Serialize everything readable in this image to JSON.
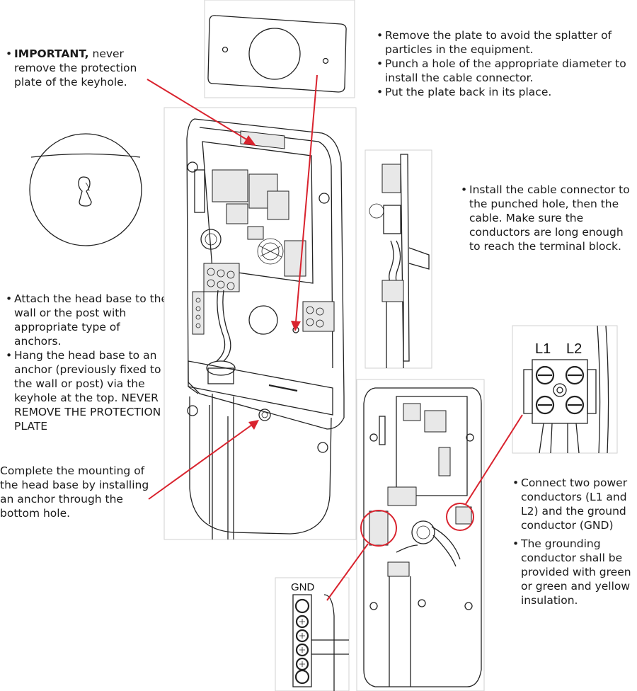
{
  "left_block_1": {
    "bold": "IMPORTANT,",
    "rest": " never remove the protection plate of the keyhole."
  },
  "top_right_bullets": [
    "Remove the plate to avoid the splatter of particles in the equipment.",
    "Punch a hole of the appropriate diameter to install the cable connector.",
    "Put the plate back in its place."
  ],
  "right_bullet": "Install the cable connector to the punched hole, then the cable. Make sure the conductors are long enough to reach the terminal block.",
  "left_bullets": [
    "Attach the head base to the wall or the post with appropriate type of anchors.",
    "Hang the head base to an anchor (previously fixed to the wall or post) via the keyhole at the top. NEVER REMOVE THE PROTECTION PLATE"
  ],
  "left_bottom": "Complete the mounting of the head base by installing an anchor through the bottom hole.",
  "bottom_right_bullets": [
    "Connect two power conductors (L1 and L2) and the ground conductor (GND)",
    "The grounding conductor shall be provided with green or green and yellow insulation."
  ],
  "labels": {
    "l1": "L1",
    "l2": "L2",
    "gnd": "GND"
  },
  "colors": {
    "callout_red": "#d9232e",
    "line": "#222222"
  }
}
